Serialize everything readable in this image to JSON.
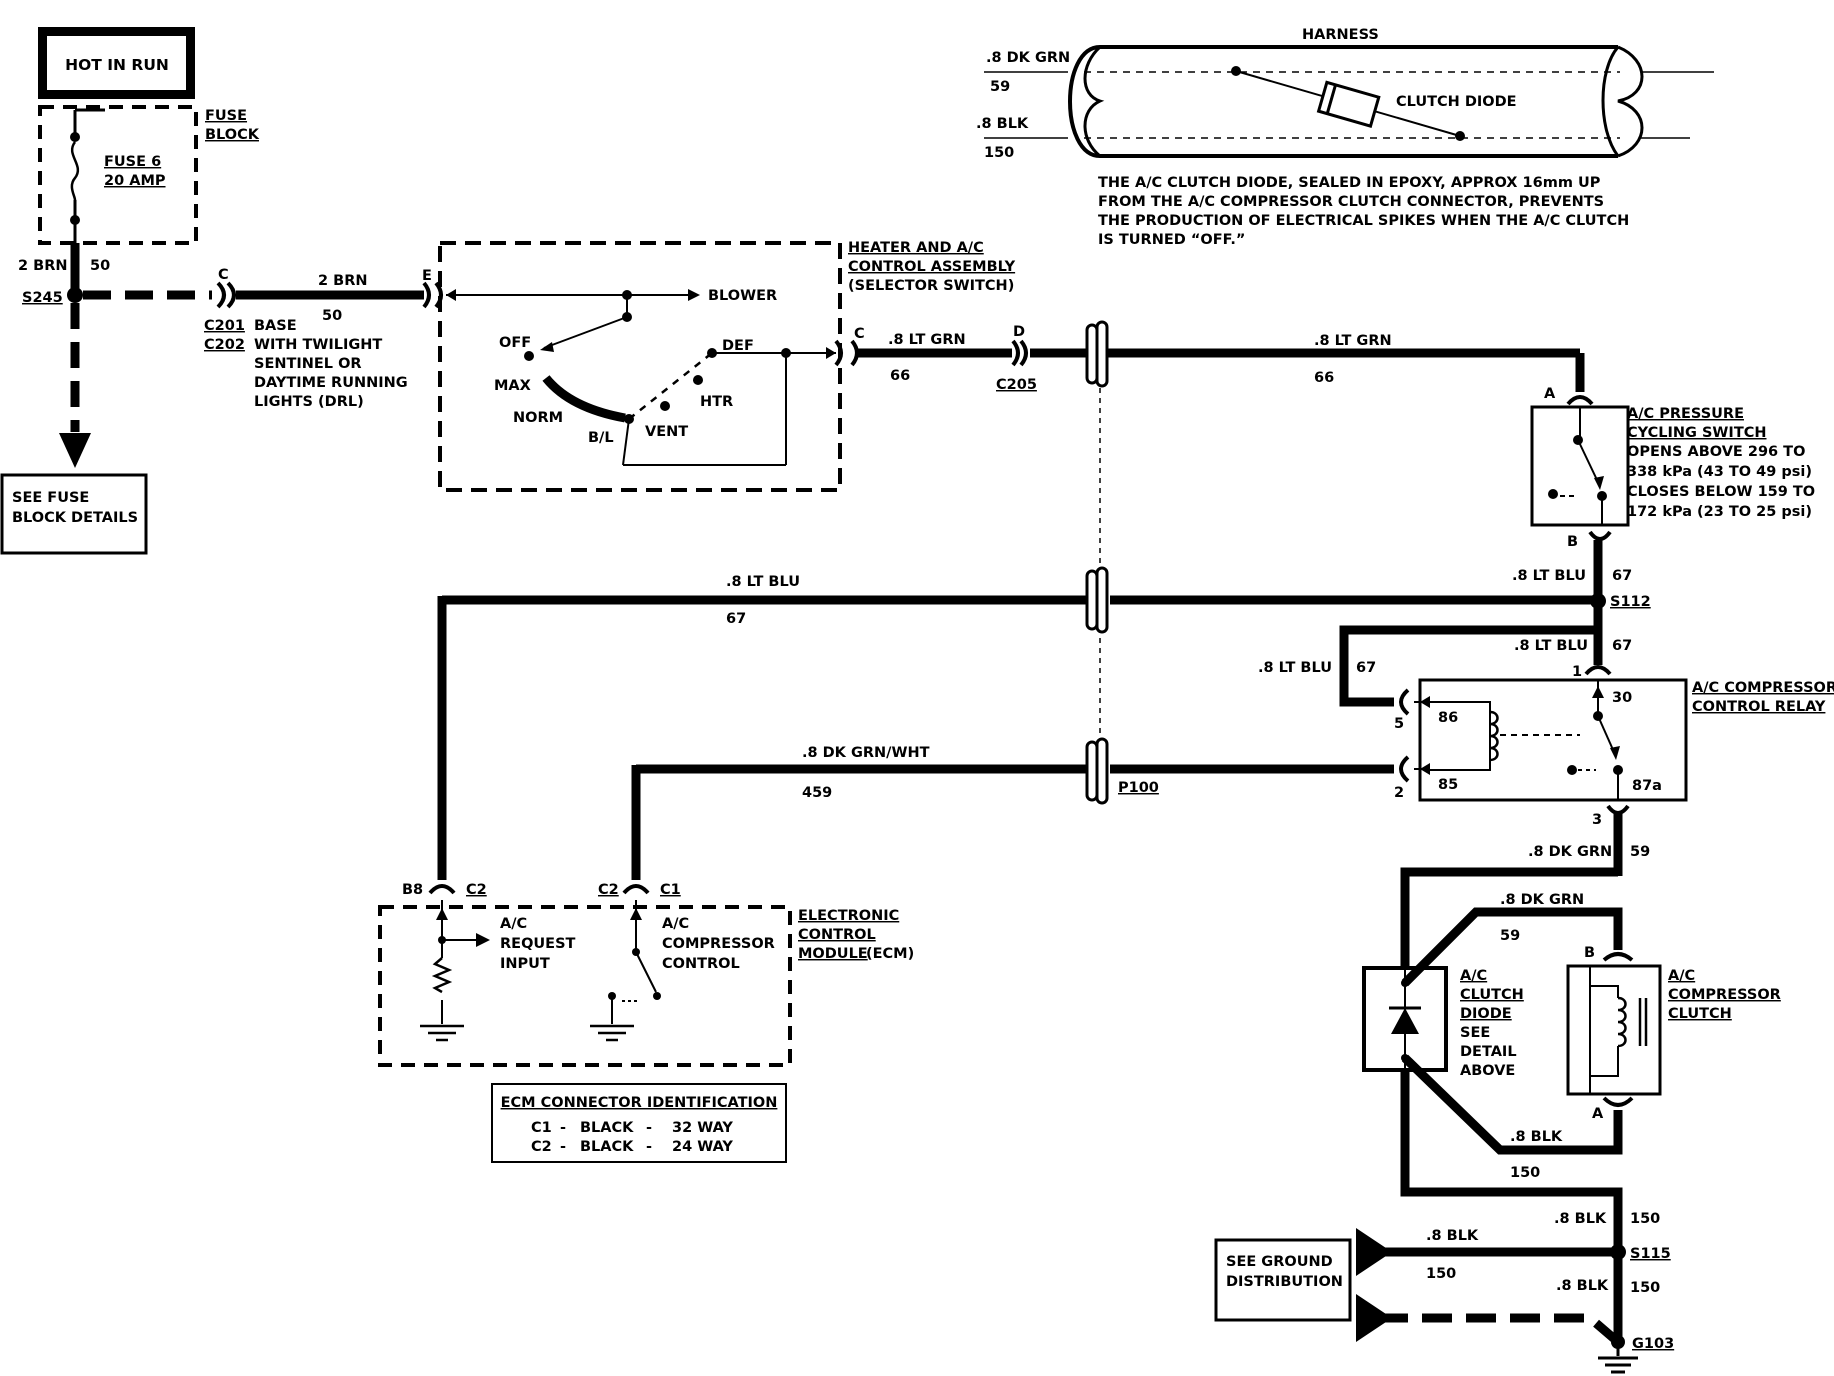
{
  "hot_in_run": "HOT IN RUN",
  "fuse_block": {
    "label1": "FUSE",
    "label2": "BLOCK",
    "fuse_name": "FUSE 6",
    "fuse_rating": "20 AMP"
  },
  "feed": {
    "wire": "2 BRN",
    "circuit": "50",
    "splice": "S245"
  },
  "see_fuse": {
    "line1": "SEE FUSE",
    "line2": "BLOCK DETAILS"
  },
  "c201": {
    "pin": "C",
    "name1": "C201",
    "name2": "C202",
    "wire": "2 BRN",
    "circuit": "50",
    "note1": "BASE",
    "note2": "WITH TWILIGHT",
    "note3": "SENTINEL OR",
    "note4": "DAYTIME RUNNING",
    "note5": "LIGHTS (DRL)"
  },
  "selector": {
    "title1": "HEATER AND A/C",
    "title2": "CONTROL ASSEMBLY",
    "title3": "(SELECTOR SWITCH)",
    "pin_in": "E",
    "pin_out": "C",
    "blower": "BLOWER",
    "off": "OFF",
    "max": "MAX",
    "norm": "NORM",
    "bl": "B/L",
    "vent": "VENT",
    "htr": "HTR",
    "def": "DEF"
  },
  "c205": {
    "pin": "D",
    "name": "C205",
    "wire": ".8 LT GRN",
    "circuit": "66"
  },
  "right_feed": {
    "wire": ".8 LT GRN",
    "circuit": "66"
  },
  "pressure_switch": {
    "pin_a": "A",
    "pin_b": "B",
    "title1": "A/C PRESSURE",
    "title2": "CYCLING SWITCH",
    "line1": "OPENS ABOVE 296 TO",
    "line2": "338 kPa (43 TO 49 psi)",
    "line3": "CLOSES BELOW 159 TO",
    "line4": "172 kPa (23 TO 25 psi)"
  },
  "blu": {
    "wire": ".8 LT BLU",
    "circuit": "67",
    "splice": "S112"
  },
  "relay": {
    "title1": "A/C COMPRESSOR",
    "title2": "CONTROL RELAY",
    "t86": "86",
    "t85": "85",
    "t30": "30",
    "t87a": "87a",
    "p1": "1",
    "p2": "2",
    "p3": "3",
    "p5": "5"
  },
  "dkgrnwht": {
    "wire": ".8 DK GRN/WHT",
    "circuit": "459",
    "connector": "P100"
  },
  "ecm": {
    "title1": "ELECTRONIC",
    "title2": "CONTROL",
    "title3": "MODULE",
    "title4": "(ECM)",
    "b8": "B8",
    "c2": "C2",
    "c2b": "C2",
    "c1": "C1",
    "req1": "A/C",
    "req2": "REQUEST",
    "req3": "INPUT",
    "comp1": "A/C",
    "comp2": "COMPRESSOR",
    "comp3": "CONTROL"
  },
  "ecm_id": {
    "title": "ECM CONNECTOR IDENTIFICATION",
    "row1": [
      "C1",
      "-",
      "BLACK",
      "-",
      "32 WAY"
    ],
    "row2": [
      "C2",
      "-",
      "BLACK",
      "-",
      "24 WAY"
    ]
  },
  "harness": {
    "title": "HARNESS",
    "wire1": ".8 DK GRN",
    "circ1": "59",
    "wire2": ".8 BLK",
    "circ2": "150",
    "diode": "CLUTCH DIODE",
    "note1": "THE A/C CLUTCH DIODE, SEALED IN EPOXY, APPROX 16mm UP",
    "note2": "FROM THE A/C COMPRESSOR CLUTCH CONNECTOR, PREVENTS",
    "note3": "THE PRODUCTION OF ELECTRICAL SPIKES WHEN THE A/C CLUTCH",
    "note4": "IS TURNED “OFF.”"
  },
  "clutch_feed": {
    "wire": ".8 DK GRN",
    "circuit": "59"
  },
  "diode": {
    "l1": "A/C",
    "l2": "CLUTCH",
    "l3": "DIODE",
    "l4": "SEE",
    "l5": "DETAIL",
    "l6": "ABOVE"
  },
  "clutch": {
    "l1": "A/C",
    "l2": "COMPRESSOR",
    "l3": "CLUTCH",
    "pin_b": "B",
    "pin_a": "A"
  },
  "ground": {
    "wire": ".8 BLK",
    "circuit": "150",
    "splice": "S115",
    "g": "G103",
    "see1": "SEE GROUND",
    "see2": "DISTRIBUTION"
  }
}
